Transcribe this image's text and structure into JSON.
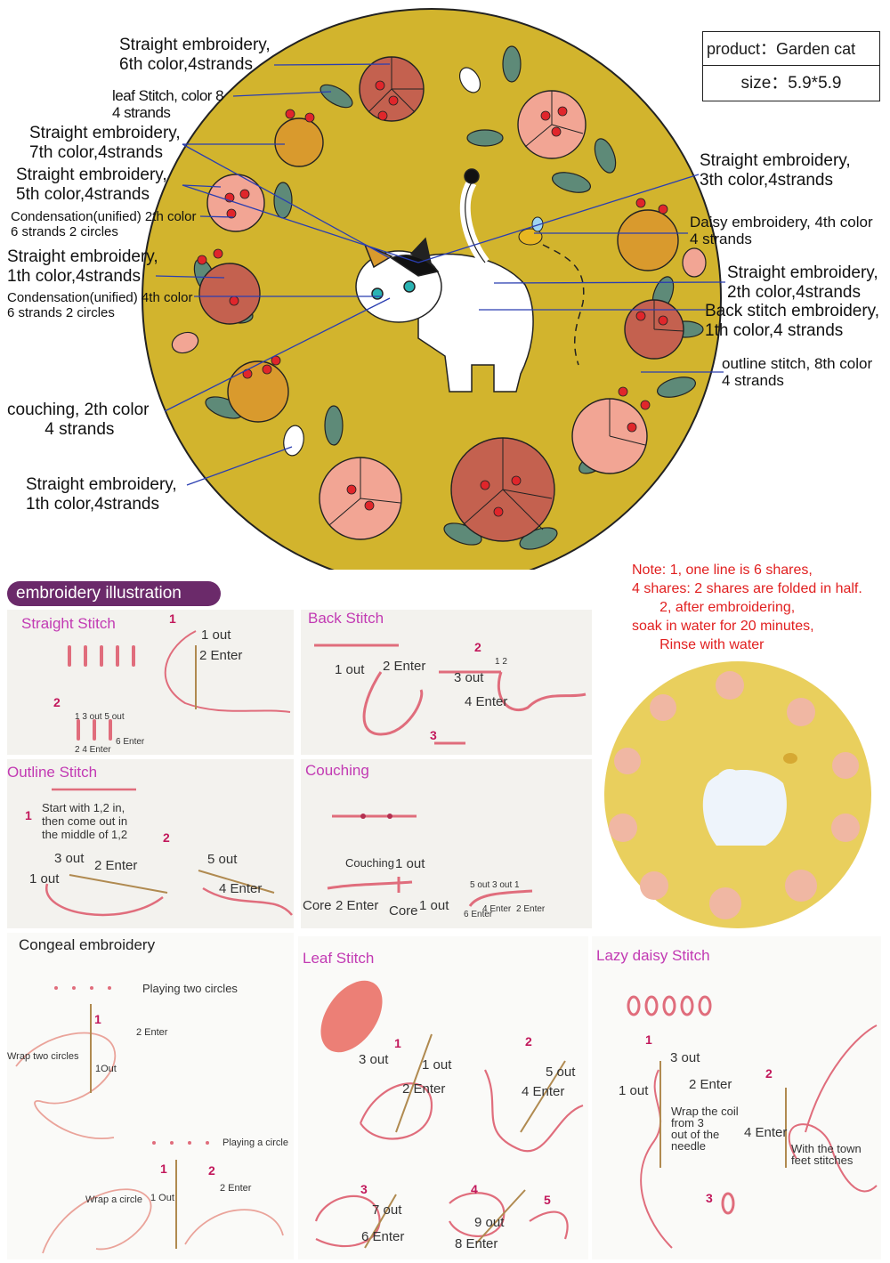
{
  "product_box": {
    "product": "product：Garden cat",
    "size": "size：5.9*5.9"
  },
  "pattern_labels": [
    {
      "id": "l1",
      "text": "Straight embroidery,\n6th color,4strands"
    },
    {
      "id": "l2",
      "text": "leaf Stitch, color 8\n4 strands"
    },
    {
      "id": "l3",
      "text": "Straight embroidery,\n7th color,4strands"
    },
    {
      "id": "l4",
      "text": "Straight embroidery,\n5th color,4strands"
    },
    {
      "id": "l5",
      "text": "Condensation(unified) 2th color\n6 strands 2 circles"
    },
    {
      "id": "l6",
      "text": "Straight embroidery,\n1th color,4strands"
    },
    {
      "id": "l7",
      "text": "Condensation(unified) 4th color\n6 strands 2 circles"
    },
    {
      "id": "l8",
      "text": "couching, 2th color\n        4 strands"
    },
    {
      "id": "l9",
      "text": "Straight embroidery,\n1th color,4strands"
    },
    {
      "id": "r1",
      "text": "Straight embroidery,\n3th color,4strands"
    },
    {
      "id": "r2",
      "text": "Daisy embroidery, 4th color\n4 strands"
    },
    {
      "id": "r3",
      "text": "Straight embroidery,\n2th color,4strands"
    },
    {
      "id": "r4",
      "text": "Back stitch embroidery,\n1th color,4 strands"
    },
    {
      "id": "r5",
      "text": "outline stitch, 8th color\n4 strands"
    }
  ],
  "banner": "embroidery illustration",
  "note": "Note: 1, one line is 6 shares,\n4 shares: 2 shares are folded in half.\n       2, after embroidering,\nsoak in water for 20 minutes,\n       Rinse with water",
  "panels": {
    "straight": {
      "title": "Straight Stitch",
      "n1": "1",
      "out1": "1 out",
      "enter2": "2 Enter",
      "n2": "2",
      "seq": "1   3 out   5 out",
      "e4": "2   4 Enter",
      "e6": "6 Enter"
    },
    "back": {
      "title": "Back Stitch",
      "out1": "1 out",
      "enter2": "2 Enter",
      "n2": "2",
      "out3": "3 out",
      "enter4": "4 Enter",
      "n12": "1 2",
      "n3": "3"
    },
    "outline": {
      "title": "Outline Stitch",
      "n1": "1",
      "desc": "Start with 1,2 in,\nthen come out in\nthe middle of 1,2",
      "n2": "2",
      "out3": "3 out",
      "enter2": "2 Enter",
      "out1": "1 out",
      "out5": "5 out",
      "enter4": "4 Enter"
    },
    "couching": {
      "title": "Couching",
      "c1": "Couching",
      "out1": "1 out",
      "core2": "Core",
      "enter2": "2 Enter",
      "core1": "Core",
      "out1b": "1 out",
      "small": "5 out   3 out  1",
      "e6": "6 Enter",
      "e4": "4 Enter",
      "e2": "2 Enter"
    },
    "congeal": {
      "title": "Congeal embroidery",
      "two": "Playing two circles",
      "n1": "1",
      "enter2": "2 Enter",
      "wrap2": "Wrap two circles",
      "out1": "1Out",
      "one": "Playing a circle",
      "n1b": "1",
      "n2b": "2",
      "wrap1": "Wrap a circle",
      "out1b": "1 Out",
      "enter2b": "2 Enter"
    },
    "leaf": {
      "title": "Leaf Stitch",
      "n1": "1",
      "out3": "3 out",
      "out1": "1 out",
      "enter2": "2 Enter",
      "n2": "2",
      "out5": "5 out",
      "enter4": "4 Enter",
      "n3": "3",
      "out7": "7 out",
      "enter6": "6 Enter",
      "n4": "4",
      "out9": "9 out",
      "enter8": "8 Enter",
      "n5": "5"
    },
    "daisy": {
      "title": "Lazy daisy Stitch",
      "n1": "1",
      "out3": "3 out",
      "out1": "1 out",
      "enter2": "2 Enter",
      "wrap": "Wrap the coil\nfrom 3\nout of the\nneedle",
      "enter4": "4 Enter",
      "n2": "2",
      "town": "With the town\nfeet stitches",
      "n3": "3"
    }
  },
  "colors": {
    "hoop": "#d2b42d",
    "flower_rust": "#c4614f",
    "flower_pink": "#f2a594",
    "flower_gold": "#d99a2d",
    "leaf": "#5e8a78",
    "label_line": "#2a3eb1",
    "accent_purple": "#c23ab3",
    "note_red": "#e11f1f"
  }
}
